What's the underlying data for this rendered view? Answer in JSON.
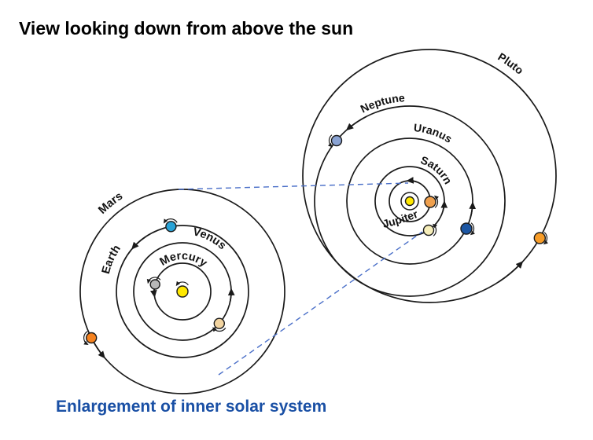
{
  "title": "View looking down from above the sun",
  "caption": "Enlargement of inner solar system",
  "colors": {
    "background": "#ffffff",
    "orbit_line": "#1a1a1a",
    "dashed_connector": "#4a6fc8",
    "caption_text": "#1a50a5",
    "title_text": "#000000",
    "sun": "#ffe800"
  },
  "inner_diagram": {
    "description": "Inner solar system (enlarged view)",
    "sun": {
      "name": "Sun",
      "color": "#ffe800"
    },
    "planets": [
      {
        "name": "Mercury",
        "color": "#b8b8b8",
        "rotation": "prograde"
      },
      {
        "name": "Venus",
        "color": "#f2d4a0",
        "rotation": "retrograde"
      },
      {
        "name": "Earth",
        "color": "#29a3d7",
        "rotation": "prograde"
      },
      {
        "name": "Mars",
        "color": "#f5821f",
        "rotation": "prograde"
      }
    ]
  },
  "outer_diagram": {
    "description": "Outer solar system",
    "sun": {
      "name": "Sun",
      "color": "#ffe800"
    },
    "planets": [
      {
        "name": "Jupiter",
        "color": "#efa04e",
        "rotation": "prograde"
      },
      {
        "name": "Saturn",
        "color": "#f6eeba",
        "rotation": "prograde"
      },
      {
        "name": "Uranus",
        "color": "#1c56a3",
        "rotation": "retrograde"
      },
      {
        "name": "Neptune",
        "color": "#8aa3d3",
        "rotation": "prograde"
      },
      {
        "name": "Pluto",
        "color": "#f79c28",
        "rotation": "retrograde"
      }
    ]
  }
}
